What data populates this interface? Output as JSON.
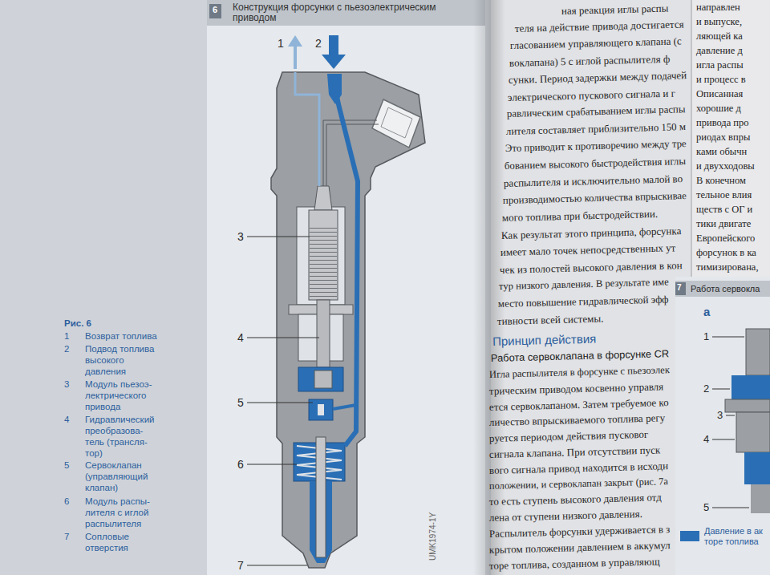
{
  "diagram": {
    "title": "Конструкция форсунки с пьезоэлектрическим приводом",
    "labels": [
      "6",
      "1",
      "2",
      "3",
      "4",
      "5",
      "6",
      "7",
      "UMK1974-1Y",
      "Рис. 6",
      "1",
      "Возврат топлива",
      "2",
      "Подвод топлива высокого давления",
      "3",
      "Модуль пьезоэ- лектрического привода",
      "4",
      "Гидравлический преобразова- тель (трансля- тор)",
      "5",
      "Сервоклапан (управляющий клапан)",
      "6",
      "Модуль распы- лителя с иглой распылителя",
      "7",
      "Сопловые отверстия",
      "ная реакция иглы распы",
      "теля на действие привода достигается",
      "гласованием управляющего клапана (с",
      "воклапана) 5 с иглой распылителя ф",
      "сунки. Период задержки между подачей",
      "электрического пускового сигнала и г",
      "равлическим срабатыванием иглы распы",
      "лителя составляет приблизительно 150 м",
      "Это приводит к противоречию между тре",
      "бованием высокого быстродействия иглы",
      "распылителя и исключительно малой во",
      "производимостью количества впрыскивае",
      "мого топлива при быстродействии.",
      "Как результат этого принципа, форсунка",
      "имеет мало точек непосредственных ут",
      "чек из полостей высокого давления в кон",
      "тур низкого давления. В результате име",
      "место повышение гидравлической эфф",
      "тивности всей системы.",
      "Принцип действия",
      "Работа сервоклапана в форсунке CR",
      "Игла распылителя в форсунке с пьезоэлек",
      "трическим приводом косвенно управля",
      "ется сервоклапаном. Затем требуемое ко",
      "личество впрыскиваемого топлива регу",
      "руется периодом действия пусковог",
      "сигнала клапана. При отсутствии пуск",
      "вого сигнала привод находится в исходн",
      "положении, и сервоклапан закрыт (рис. 7а",
      "то есть ступень высокого давления отд",
      "лена от ступени низкого давления.",
      "Распылитель форсунки удерживается в з",
      "крытом положении давлением в аккумул",
      "торе топлива, созданном в управляющ",
      "направлен",
      "и выпуске,",
      "ляющей ка",
      "давление д",
      "игла распы",
      "и процесс в",
      "Описанная",
      "хорошие д",
      "привода про",
      "риодах впры",
      "ками обычн",
      "и двухходовы",
      "В конечном",
      "тельное влия",
      "ществ с ОГ и",
      "тики двигате",
      "Европейского",
      "форсунок в ка",
      "тимизирована,",
      "7",
      "Работа сервокла",
      "а",
      "1",
      "2",
      "3",
      "4",
      "5"
    ],
    "legend": [
      {
        "text": "Давление в ак торе топлива",
        "color": "#2a6fb5"
      }
    ]
  }
}
